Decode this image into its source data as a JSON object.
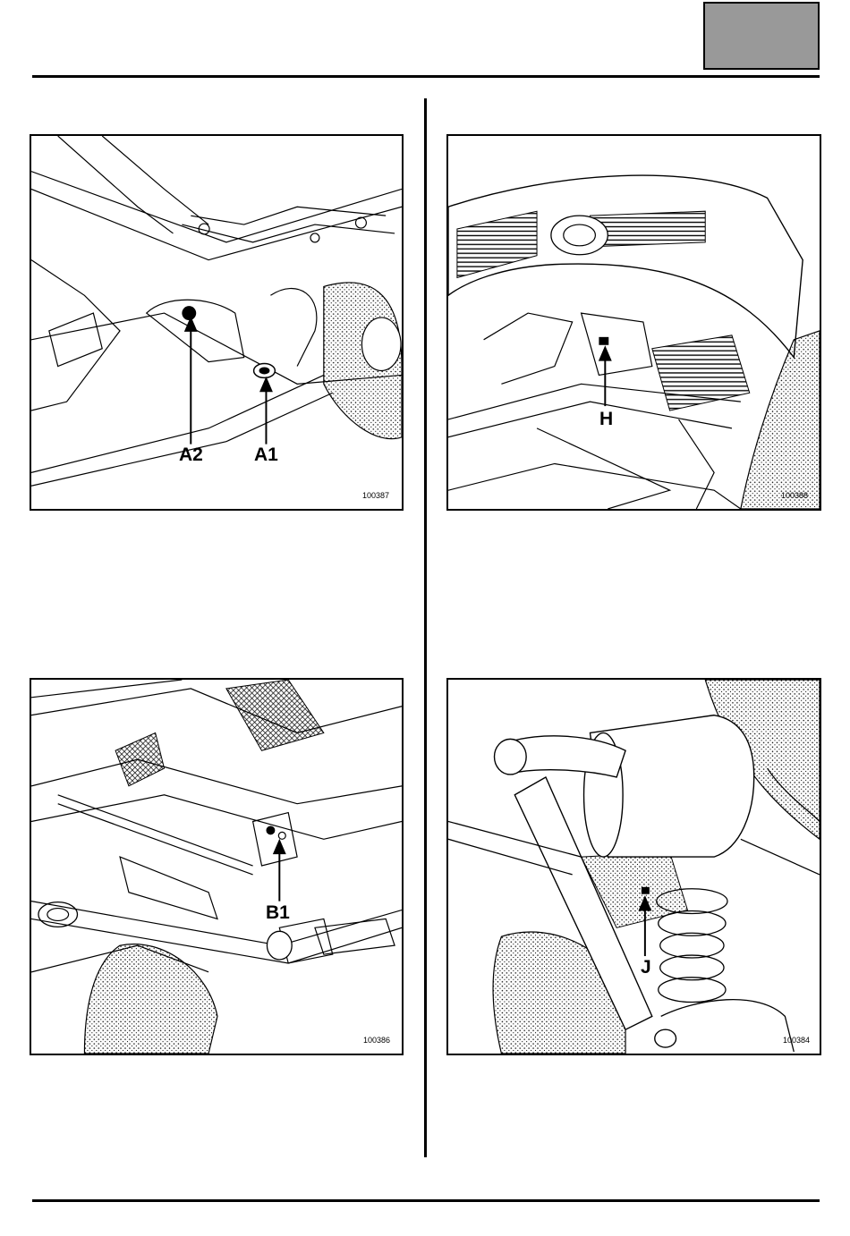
{
  "figures": [
    {
      "id": "100387",
      "labels": [
        "A2",
        "A1"
      ]
    },
    {
      "id": "100388",
      "labels": [
        "H"
      ]
    },
    {
      "id": "100386",
      "labels": [
        "B1"
      ]
    },
    {
      "id": "100384",
      "labels": [
        "J"
      ]
    }
  ],
  "colors": {
    "tab": "#999999",
    "ink": "#000000"
  }
}
